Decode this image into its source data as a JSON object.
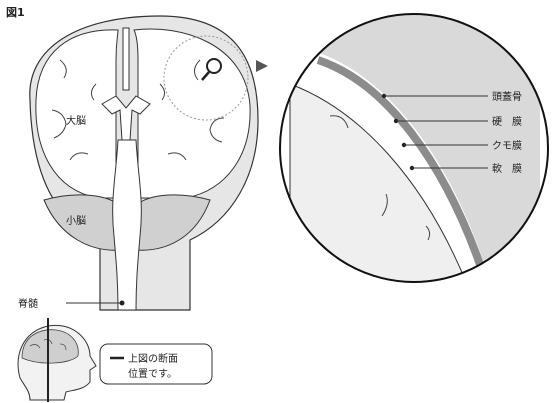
{
  "figure": {
    "title": "図1"
  },
  "brain": {
    "cerebrum_label": "大脳",
    "cerebellum_label": "小脳",
    "spinal_cord_label": "脊髄"
  },
  "inset": {
    "labels": [
      {
        "text": "頭蓋骨"
      },
      {
        "text": "硬　膜"
      },
      {
        "text": "クモ膜"
      },
      {
        "text": "軟　膜"
      }
    ]
  },
  "legend": {
    "line1": "上図の断面",
    "line2": "位置です。"
  },
  "colors": {
    "skull": "#d9d9d9",
    "dura": "#8c8c8c",
    "cerebellum": "#d0d0d0",
    "outline": "#333333"
  }
}
